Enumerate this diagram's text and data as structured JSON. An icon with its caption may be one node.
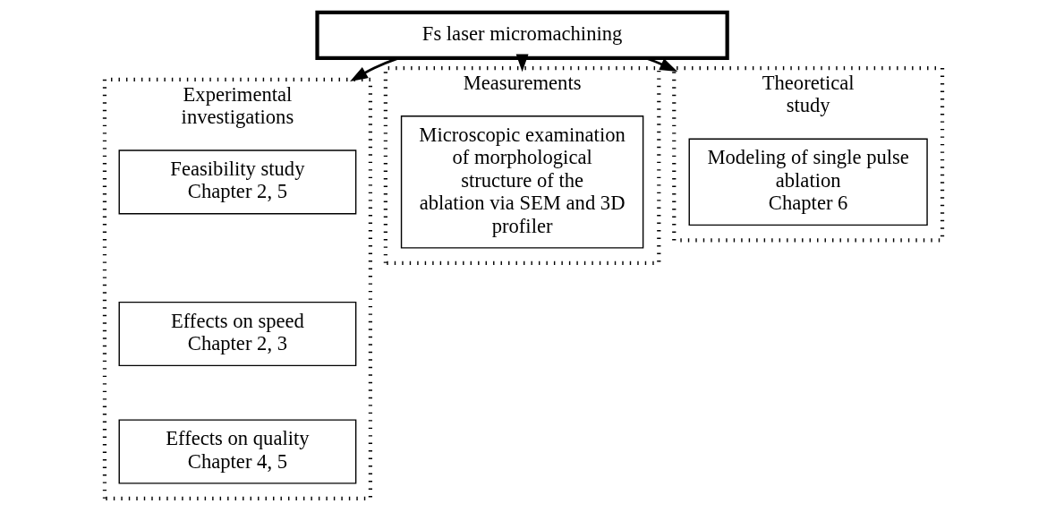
{
  "diagram": {
    "nodes": [
      {
        "text": [
          "Fs laser micromachining"
        ]
      },
      {
        "text": [
          "Experimental investigations"
        ]
      },
      {
        "text": [
          "Feasibility study",
          "Chapter 2, 5"
        ],
        "in": 1
      },
      {
        "text": [
          "Effects on speed",
          "Chapter 2, 3"
        ],
        "in": 1
      },
      {
        "text": [
          "Effects on quality",
          "Chapter 4, 5"
        ],
        "in": 1
      },
      {
        "text": [
          "Measurements"
        ]
      },
      {
        "text": [
          "Microscopic examination of morphological structure of the ablation via SEM and 3D profiler"
        ],
        "in": 5
      },
      {
        "text": [
          "Theoretical study"
        ]
      },
      {
        "text": [
          "Modeling of single pulse ablation",
          "Chapter 6"
        ],
        "in": 7
      }
    ],
    "edges": [
      {
        "from": 0,
        "to": 1,
        "arrow": "to"
      },
      {
        "from": 0,
        "to": 5,
        "arrow": "to"
      },
      {
        "from": 0,
        "to": 7,
        "arrow": "to"
      }
    ]
  }
}
